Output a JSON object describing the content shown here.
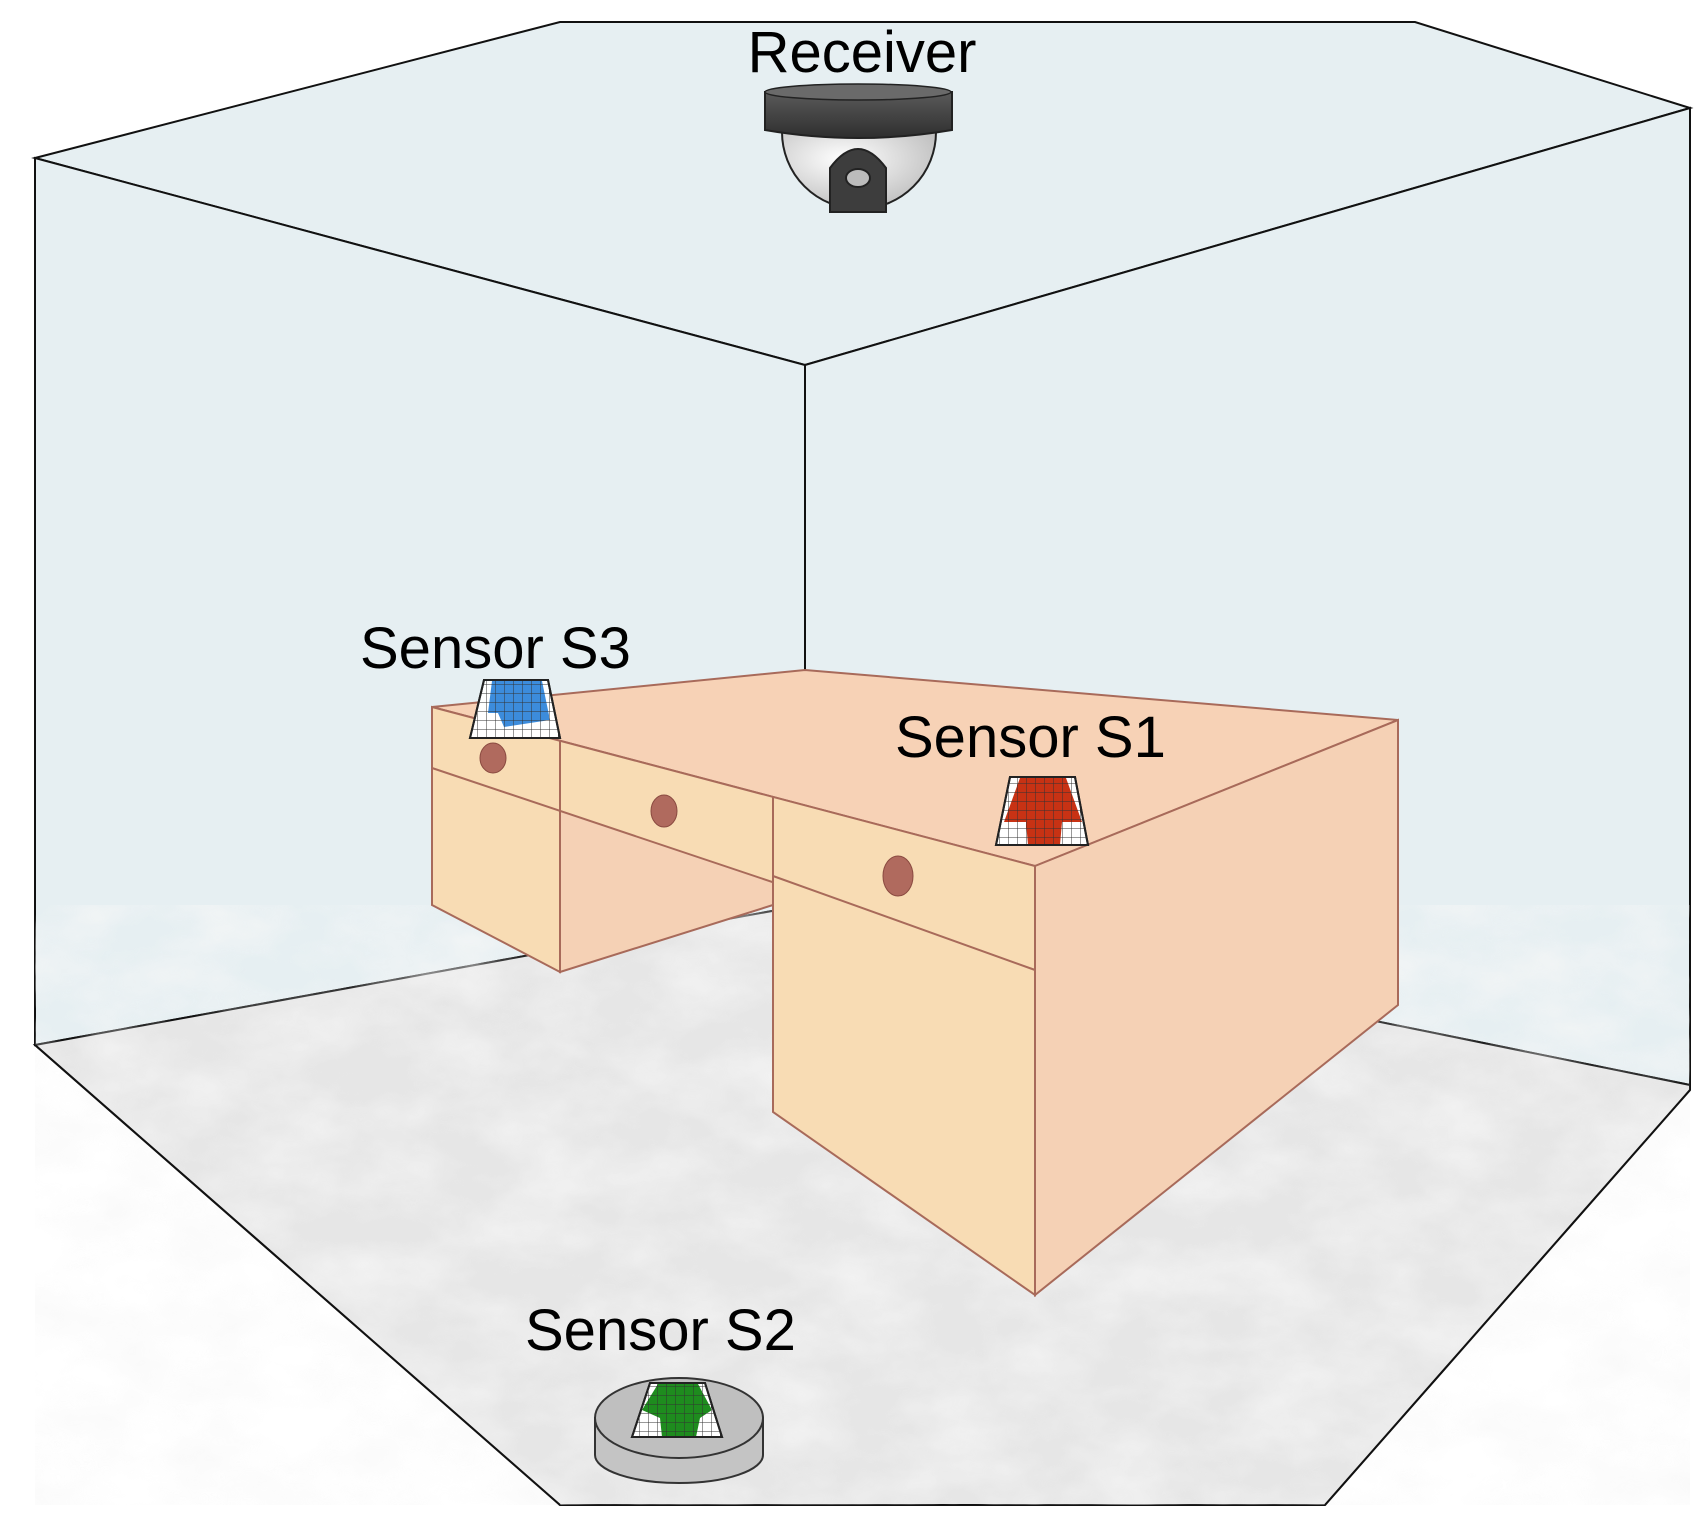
{
  "labels": {
    "receiver": "Receiver",
    "sensor_s1": "Sensor S1",
    "sensor_s2": "Sensor S2",
    "sensor_s3": "Sensor S3"
  },
  "colors": {
    "wall": "#e6eff2",
    "floor": "#e4e4e4",
    "desk_top": "#f7d2b6",
    "desk_front": "#f8dcb4",
    "desk_side": "#f5d1b5",
    "knob": "#b06a5e",
    "sensor_s1": "#c83214",
    "sensor_s2": "#1e8c1e",
    "sensor_s3": "#3c8cdc",
    "receiver_dark": "#4a4a4a"
  }
}
